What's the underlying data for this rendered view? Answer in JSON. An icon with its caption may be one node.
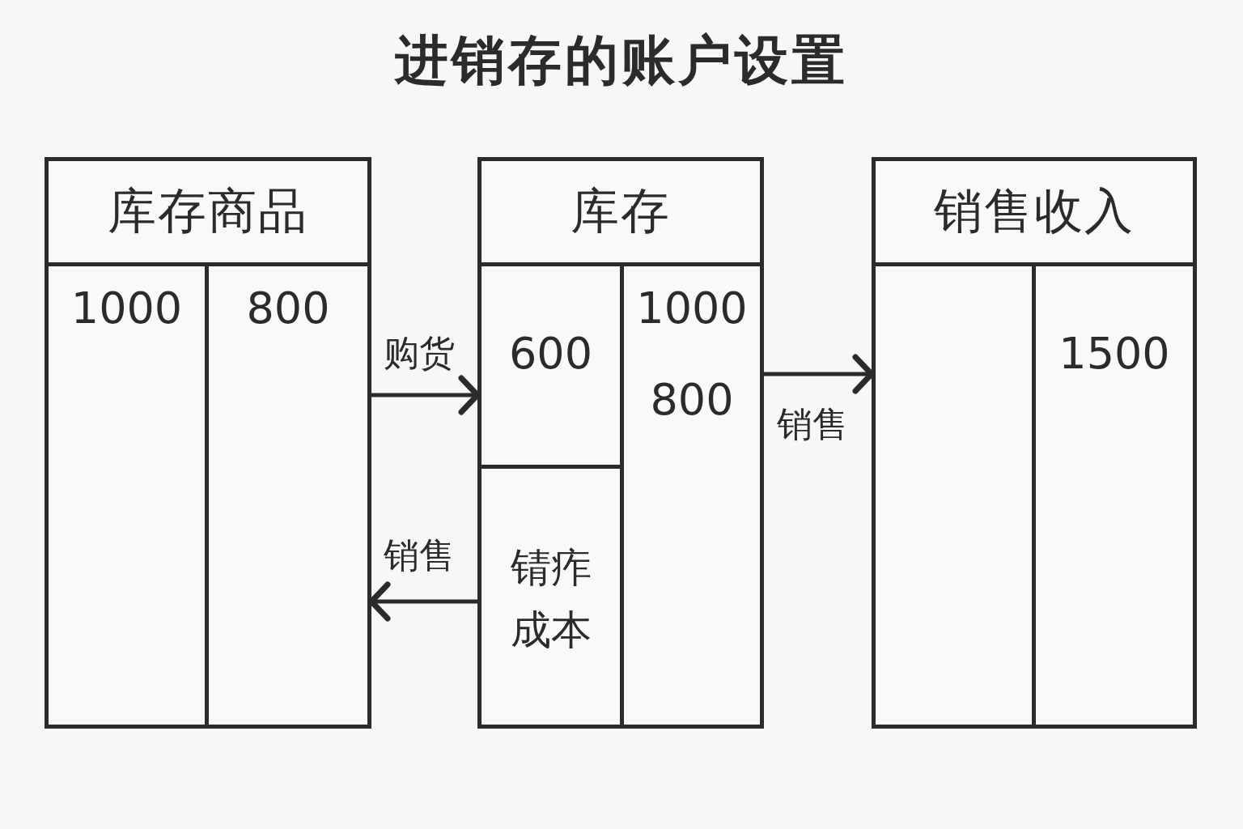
{
  "diagram": {
    "title": "进销存的账户设置",
    "nodes": [
      {
        "text": [
          "库存商品"
        ]
      },
      {
        "text": [
          "1000"
        ],
        "in": 0
      },
      {
        "text": [
          "800"
        ],
        "in": 0
      },
      {
        "text": [
          "库存"
        ]
      },
      {
        "text": [
          "600"
        ],
        "in": 3
      },
      {
        "text": [
          "锖痄成本"
        ],
        "in": 3
      },
      {
        "text": [
          "1000",
          "800"
        ],
        "in": 3
      },
      {
        "text": [
          "销售收入"
        ]
      },
      {
        "text": [],
        "shape": "box",
        "in": 7
      },
      {
        "text": [
          "1500"
        ],
        "in": 7
      }
    ],
    "edges": [
      {
        "from": 0,
        "to": 3,
        "label": "购货",
        "arrow": "to"
      },
      {
        "from": 5,
        "to": 0,
        "label": "销售",
        "arrow": "to"
      },
      {
        "from": 6,
        "to": 7,
        "label": "销售",
        "arrow": "to"
      }
    ]
  }
}
